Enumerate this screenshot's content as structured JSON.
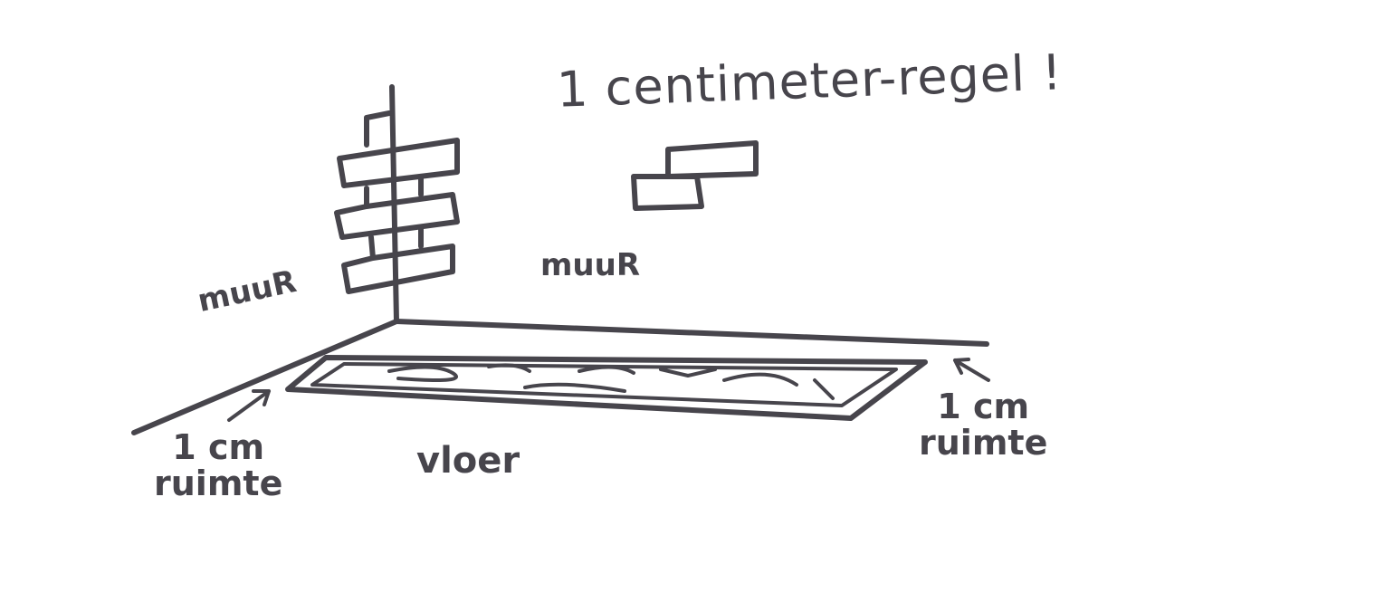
{
  "title": "1 centimeter-regel !",
  "labels": {
    "wall_left": "muuR",
    "wall_back": "muuR",
    "floor": "vloer",
    "gap_left": {
      "line1": "1 cm",
      "line2": "ruimte"
    },
    "gap_right": {
      "line1": "1 cm",
      "line2": "ruimte"
    }
  },
  "colors": {
    "ink": "#47454c",
    "background": "#ffffff"
  }
}
